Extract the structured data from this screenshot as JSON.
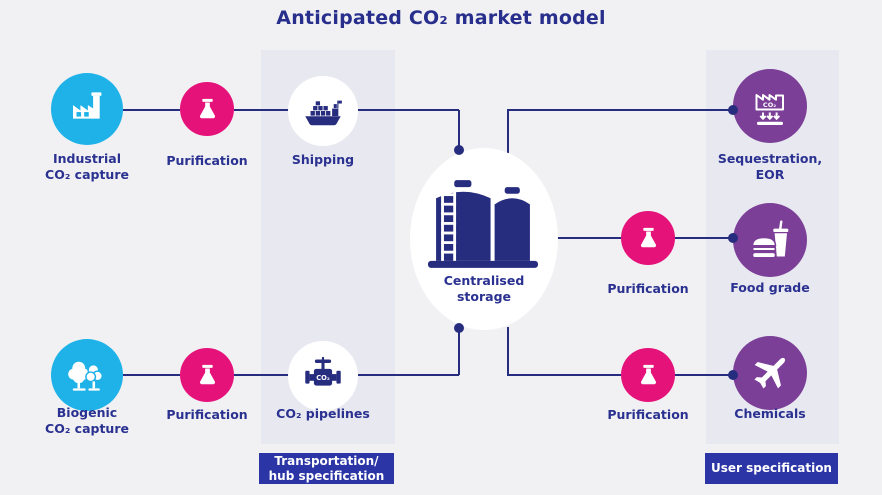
{
  "title": "Anticipated CO₂ market model",
  "colors": {
    "background": "#f1f1f3",
    "band": "#e8e8f0",
    "line_navy": "#272d7e",
    "text_navy": "#2a3190",
    "capture_blue": "#1fb2e8",
    "purification_pink": "#e5127a",
    "user_purple": "#7b3f98",
    "banner_blue": "#2b35a6",
    "node_white": "#ffffff"
  },
  "nodes": {
    "industrial": {
      "label": "Industrial\nCO₂ capture",
      "icon": "factory-icon"
    },
    "purification_top_left": {
      "label": "Purification",
      "icon": "flask-icon"
    },
    "shipping": {
      "label": "Shipping",
      "icon": "ship-icon"
    },
    "biogenic": {
      "label": "Biogenic\nCO₂ capture",
      "icon": "trees-icon"
    },
    "purification_bottom_left": {
      "label": "Purification",
      "icon": "flask-icon"
    },
    "pipelines": {
      "label": "CO₂ pipelines",
      "icon": "pipeline-valve-icon"
    },
    "storage": {
      "label": "Centralised\nstorage",
      "icon": "storage-tanks-icon"
    },
    "purification_mid_right": {
      "label": "Purification",
      "icon": "flask-icon"
    },
    "purification_bottom_right": {
      "label": "Purification",
      "icon": "flask-icon"
    },
    "sequestration": {
      "label": "Sequestration,\nEOR",
      "icon": "co2-injection-icon"
    },
    "food_grade": {
      "label": "Food grade",
      "icon": "food-icon"
    },
    "chemicals": {
      "label": "Chemicals",
      "icon": "airplane-icon"
    }
  },
  "icon_text": {
    "co2": "CO₂"
  },
  "banners": {
    "transportation": "Transportation/\nhub specification",
    "user": "User specification"
  },
  "flows": [
    {
      "from": "Industrial CO₂ capture",
      "to": "Purification"
    },
    {
      "from": "Purification",
      "to": "Shipping"
    },
    {
      "from": "Shipping",
      "to": "Centralised storage"
    },
    {
      "from": "Biogenic CO₂ capture",
      "to": "Purification"
    },
    {
      "from": "Purification",
      "to": "CO₂ pipelines"
    },
    {
      "from": "CO₂ pipelines",
      "to": "Centralised storage"
    },
    {
      "from": "Centralised storage",
      "to": "Sequestration, EOR"
    },
    {
      "from": "Centralised storage",
      "to": "Purification"
    },
    {
      "from": "Purification",
      "to": "Food grade"
    },
    {
      "from": "Centralised storage",
      "to": "Purification"
    },
    {
      "from": "Purification",
      "to": "Chemicals"
    }
  ]
}
